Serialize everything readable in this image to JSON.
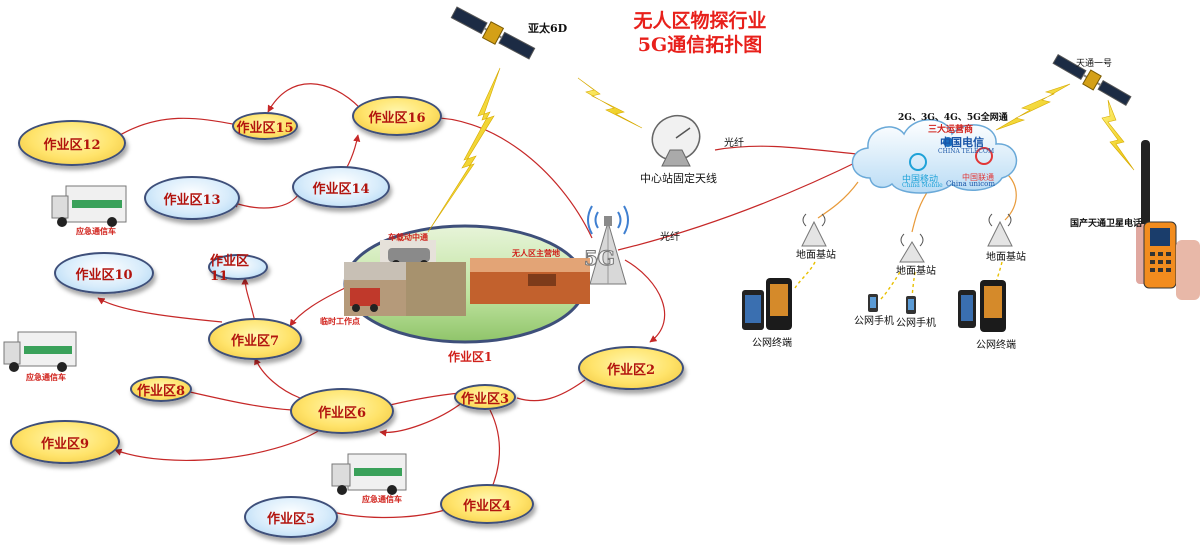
{
  "title": {
    "line1": "无人区物探行业",
    "line2": "5G通信拓扑图"
  },
  "zones": {
    "z1": "作业区1",
    "z2": "作业区2",
    "z3": "作业区3",
    "z4": "作业区4",
    "z5": "作业区5",
    "z6": "作业区6",
    "z7": "作业区7",
    "z8": "作业区8",
    "z9": "作业区9",
    "z10": "作业区10",
    "z11": "作业区11",
    "z12": "作业区12",
    "z13": "作业区13",
    "z14": "作业区14",
    "z15": "作业区15",
    "z16": "作业区16"
  },
  "labels": {
    "satellite_apstar": "亚太6D",
    "satellite_tiantong": "天通一号",
    "dish": "中心站固定天线",
    "fiber1": "光纤",
    "fiber2": "光纤",
    "cloud_line1": "2G、3G、4G、5G全网通",
    "cloud_line2": "三大运营商",
    "china_telecom": "中国电信",
    "china_telecom_en": "CHINA TELECOM",
    "china_mobile": "中国移动",
    "china_mobile_en": "China Mobile",
    "china_unicom": "中国联通",
    "china_unicom_en": "China unicom",
    "base_station_1": "地面基站",
    "base_station_2": "地面基站",
    "base_station_3": "地面基站",
    "public_terminal_1": "公网终端",
    "public_terminal_2": "公网终端",
    "public_phone_1": "公网手机",
    "public_phone_2": "公网手机",
    "sat_phone": "国产天通卫星电话",
    "vehicle_relay": "车载动中通",
    "main_camp": "无人区主营地",
    "temp_site": "临时工作点",
    "emergency_1": "应急通信车",
    "emergency_2": "应急通信车",
    "emergency_3": "应急通信车",
    "badge_5g": "5G"
  }
}
